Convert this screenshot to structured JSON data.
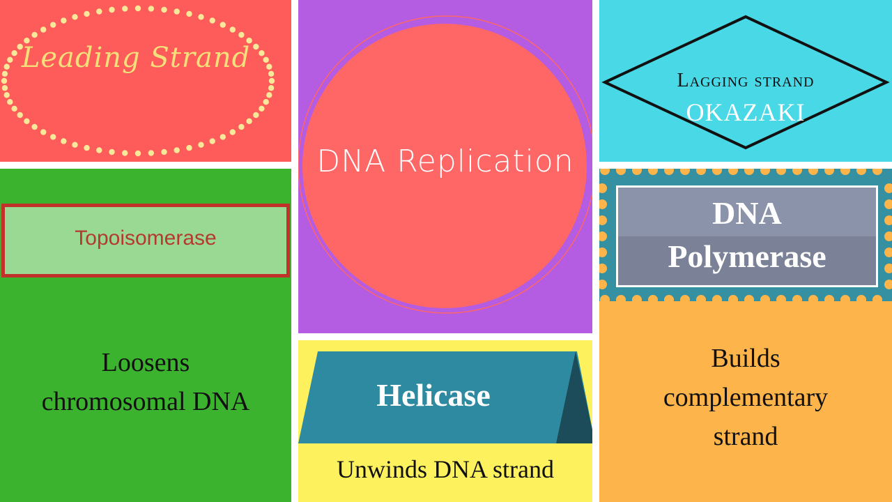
{
  "colors": {
    "leading_bg": "#fe5c5a",
    "leading_dots": "#f7e89a",
    "center_bg": "#b45ce2",
    "center_circle": "#ff6666",
    "lagging_bg": "#48d8e6",
    "topo_bg": "#3cb32f",
    "topo_box": "#9ad994",
    "topo_border": "#c1332a",
    "helicase_bg": "#fdf25e",
    "helicase_ribbon": "#2d8aa0",
    "helicase_fold": "#1c4b5a",
    "poly_bg": "#fdb54b",
    "poly_band": "#3590a2"
  },
  "panels": {
    "leading": {
      "label": "Leading Strand"
    },
    "center": {
      "title": "DNA Replication"
    },
    "lagging": {
      "title": "Lagging strand",
      "subtitle": "OKAZAKI"
    },
    "topoisomerase": {
      "label": "Topoisomerase",
      "desc_line1": "Loosens",
      "desc_line2": "chromosomal DNA"
    },
    "helicase": {
      "label": "Helicase",
      "desc": "Unwinds DNA strand"
    },
    "polymerase": {
      "label_line1": "DNA",
      "label_line2": "Polymerase",
      "desc_line1": "Builds",
      "desc_line2": "complementary",
      "desc_line3": "strand"
    }
  }
}
